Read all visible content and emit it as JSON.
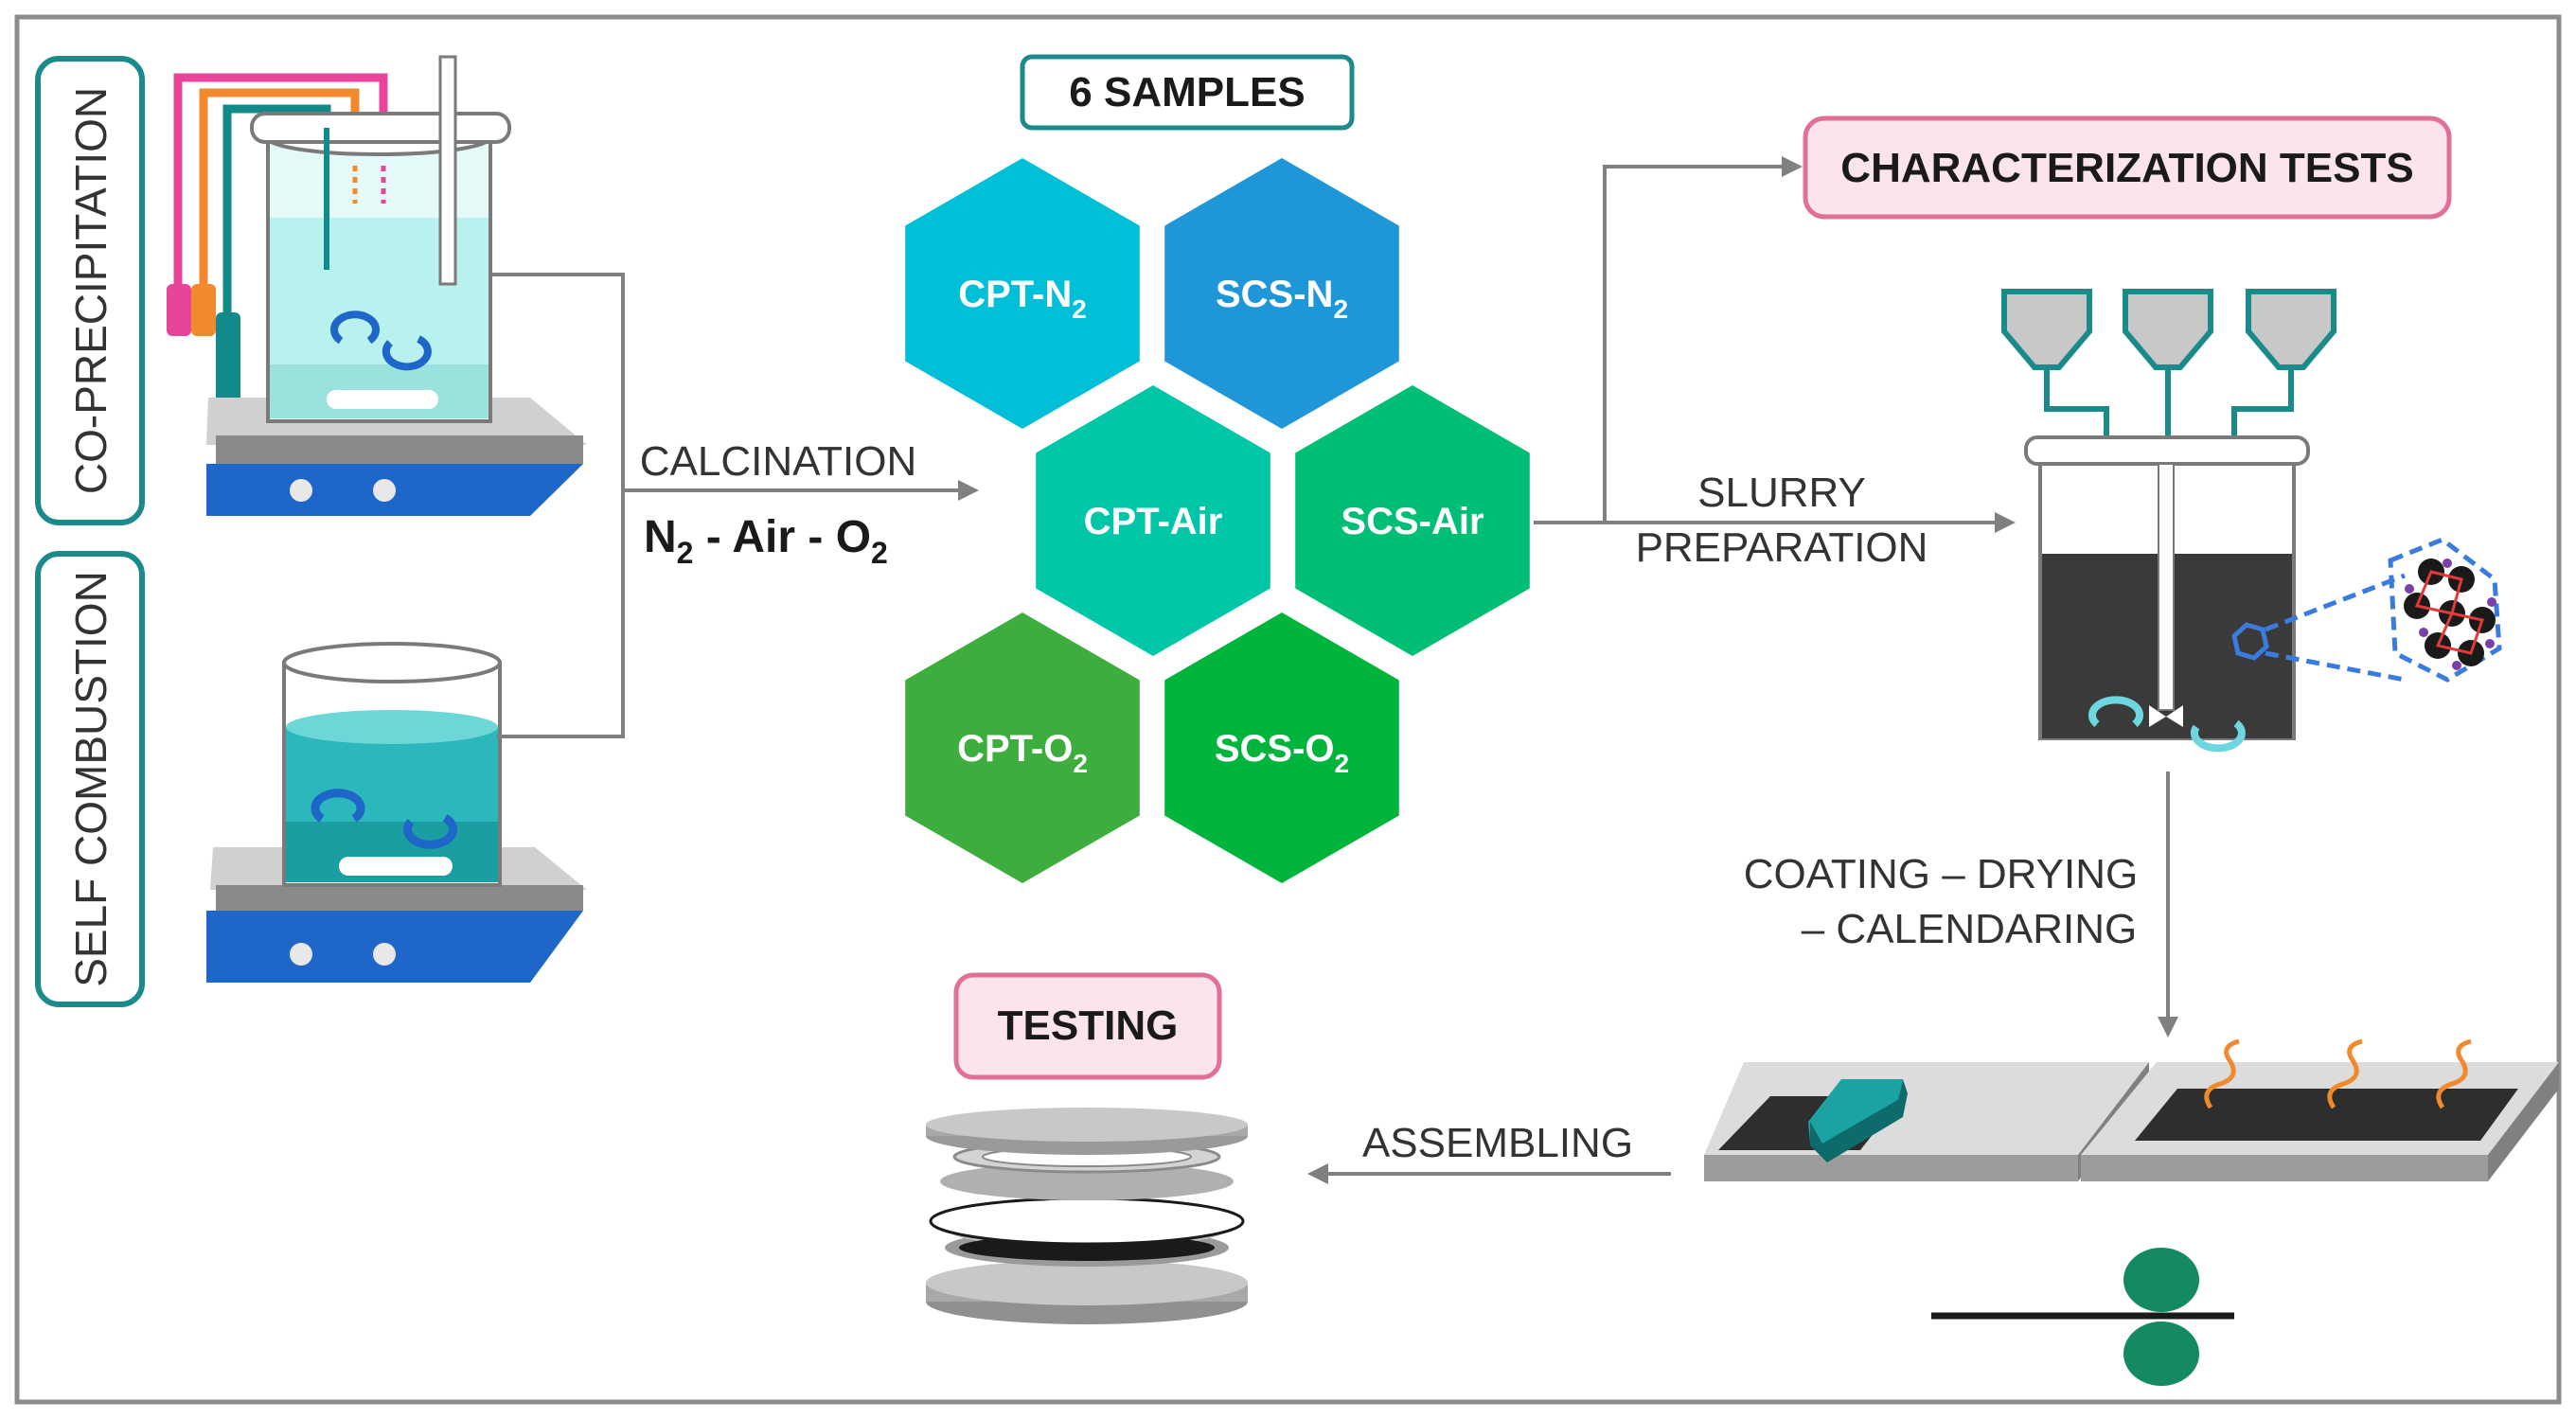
{
  "methods": {
    "co_precipitation": "CO-PRECIPITATION",
    "self_combustion": "SELF COMBUSTION"
  },
  "calcination": {
    "label": "CALCINATION",
    "atmospheres": {
      "n": "N",
      "n_sub": "2",
      "sep1": " - Air - ",
      "o": "O",
      "o_sub": "2"
    }
  },
  "samples_title": "6 SAMPLES",
  "samples": [
    {
      "id": "cpt-n2",
      "prefix": "CPT-N",
      "sub": "2",
      "color": "#00BFD6"
    },
    {
      "id": "scs-n2",
      "prefix": "SCS-N",
      "sub": "2",
      "color": "#1E96D8"
    },
    {
      "id": "cpt-air",
      "prefix": "CPT-Air",
      "sub": "",
      "color": "#00C6A8"
    },
    {
      "id": "scs-air",
      "prefix": "SCS-Air",
      "sub": "",
      "color": "#00BF74"
    },
    {
      "id": "cpt-o2",
      "prefix": "CPT-O",
      "sub": "2",
      "color": "#3DAE3D"
    },
    {
      "id": "scs-o2",
      "prefix": "SCS-O",
      "sub": "2",
      "color": "#00B43C"
    }
  ],
  "characterization": "CHARACTERIZATION TESTS",
  "slurry": {
    "line1": "SLURRY",
    "line2": "PREPARATION"
  },
  "coating": {
    "line1": "COATING  –  DRYING",
    "line2": "–  CALENDARING"
  },
  "assembling": "ASSEMBLING",
  "testing": "TESTING",
  "colors": {
    "teal_border": "#1A8A8A",
    "pink_border": "#E07098",
    "pink_fill": "#FCE4EC",
    "arrow": "#7F7F7F",
    "frame": "#8C8C8C"
  }
}
